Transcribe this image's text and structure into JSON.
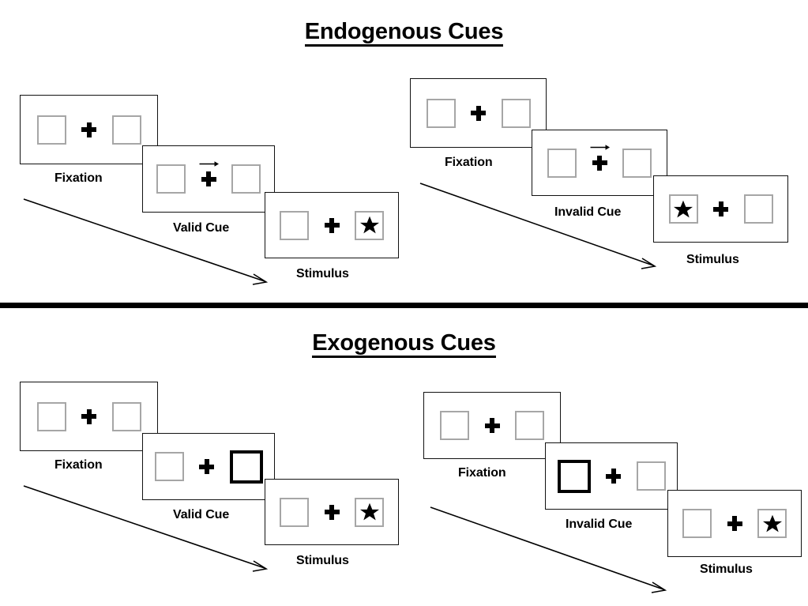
{
  "figure": {
    "type": "diagram",
    "subject": "Posner-style spatial attention cueing paradigm",
    "sections": [
      {
        "id": "endogenous",
        "title": "Endogenous Cues",
        "trials": [
          {
            "id": "endogenous-valid",
            "condition": "valid",
            "panels": [
              {
                "label": "Fixation",
                "left_box": "empty",
                "right_box": "empty",
                "center": "plus",
                "cue": "none"
              },
              {
                "label": "Valid Cue",
                "left_box": "empty",
                "right_box": "empty",
                "center": "plus",
                "cue": "arrow-right"
              },
              {
                "label": "Stimulus",
                "left_box": "empty",
                "right_box": "star",
                "center": "plus",
                "cue": "none"
              }
            ]
          },
          {
            "id": "endogenous-invalid",
            "condition": "invalid",
            "panels": [
              {
                "label": "Fixation",
                "left_box": "empty",
                "right_box": "empty",
                "center": "plus",
                "cue": "none"
              },
              {
                "label": "Invalid Cue",
                "left_box": "empty",
                "right_box": "empty",
                "center": "plus",
                "cue": "arrow-right"
              },
              {
                "label": "Stimulus",
                "left_box": "star",
                "right_box": "empty",
                "center": "plus",
                "cue": "none"
              }
            ]
          }
        ]
      },
      {
        "id": "exogenous",
        "title": "Exogenous Cues",
        "trials": [
          {
            "id": "exogenous-valid",
            "condition": "valid",
            "panels": [
              {
                "label": "Fixation",
                "left_box": "empty",
                "right_box": "empty",
                "center": "plus",
                "cue": "none"
              },
              {
                "label": "Valid Cue",
                "left_box": "empty",
                "right_box": "highlight",
                "center": "plus",
                "cue": "none"
              },
              {
                "label": "Stimulus",
                "left_box": "empty",
                "right_box": "star",
                "center": "plus",
                "cue": "none"
              }
            ]
          },
          {
            "id": "exogenous-invalid",
            "condition": "invalid",
            "panels": [
              {
                "label": "Fixation",
                "left_box": "empty",
                "right_box": "empty",
                "center": "plus",
                "cue": "none"
              },
              {
                "label": "Invalid Cue",
                "left_box": "highlight",
                "right_box": "empty",
                "center": "plus",
                "cue": "none"
              },
              {
                "label": "Stimulus",
                "left_box": "empty",
                "right_box": "star",
                "center": "plus",
                "cue": "none"
              }
            ]
          }
        ]
      }
    ],
    "colors": {
      "background": "#ffffff",
      "frame_stroke": "#111111",
      "box_stroke": "#a6a6a6",
      "highlight_stroke": "#000000",
      "glyph_fill": "#000000",
      "divider": "#000000"
    }
  }
}
